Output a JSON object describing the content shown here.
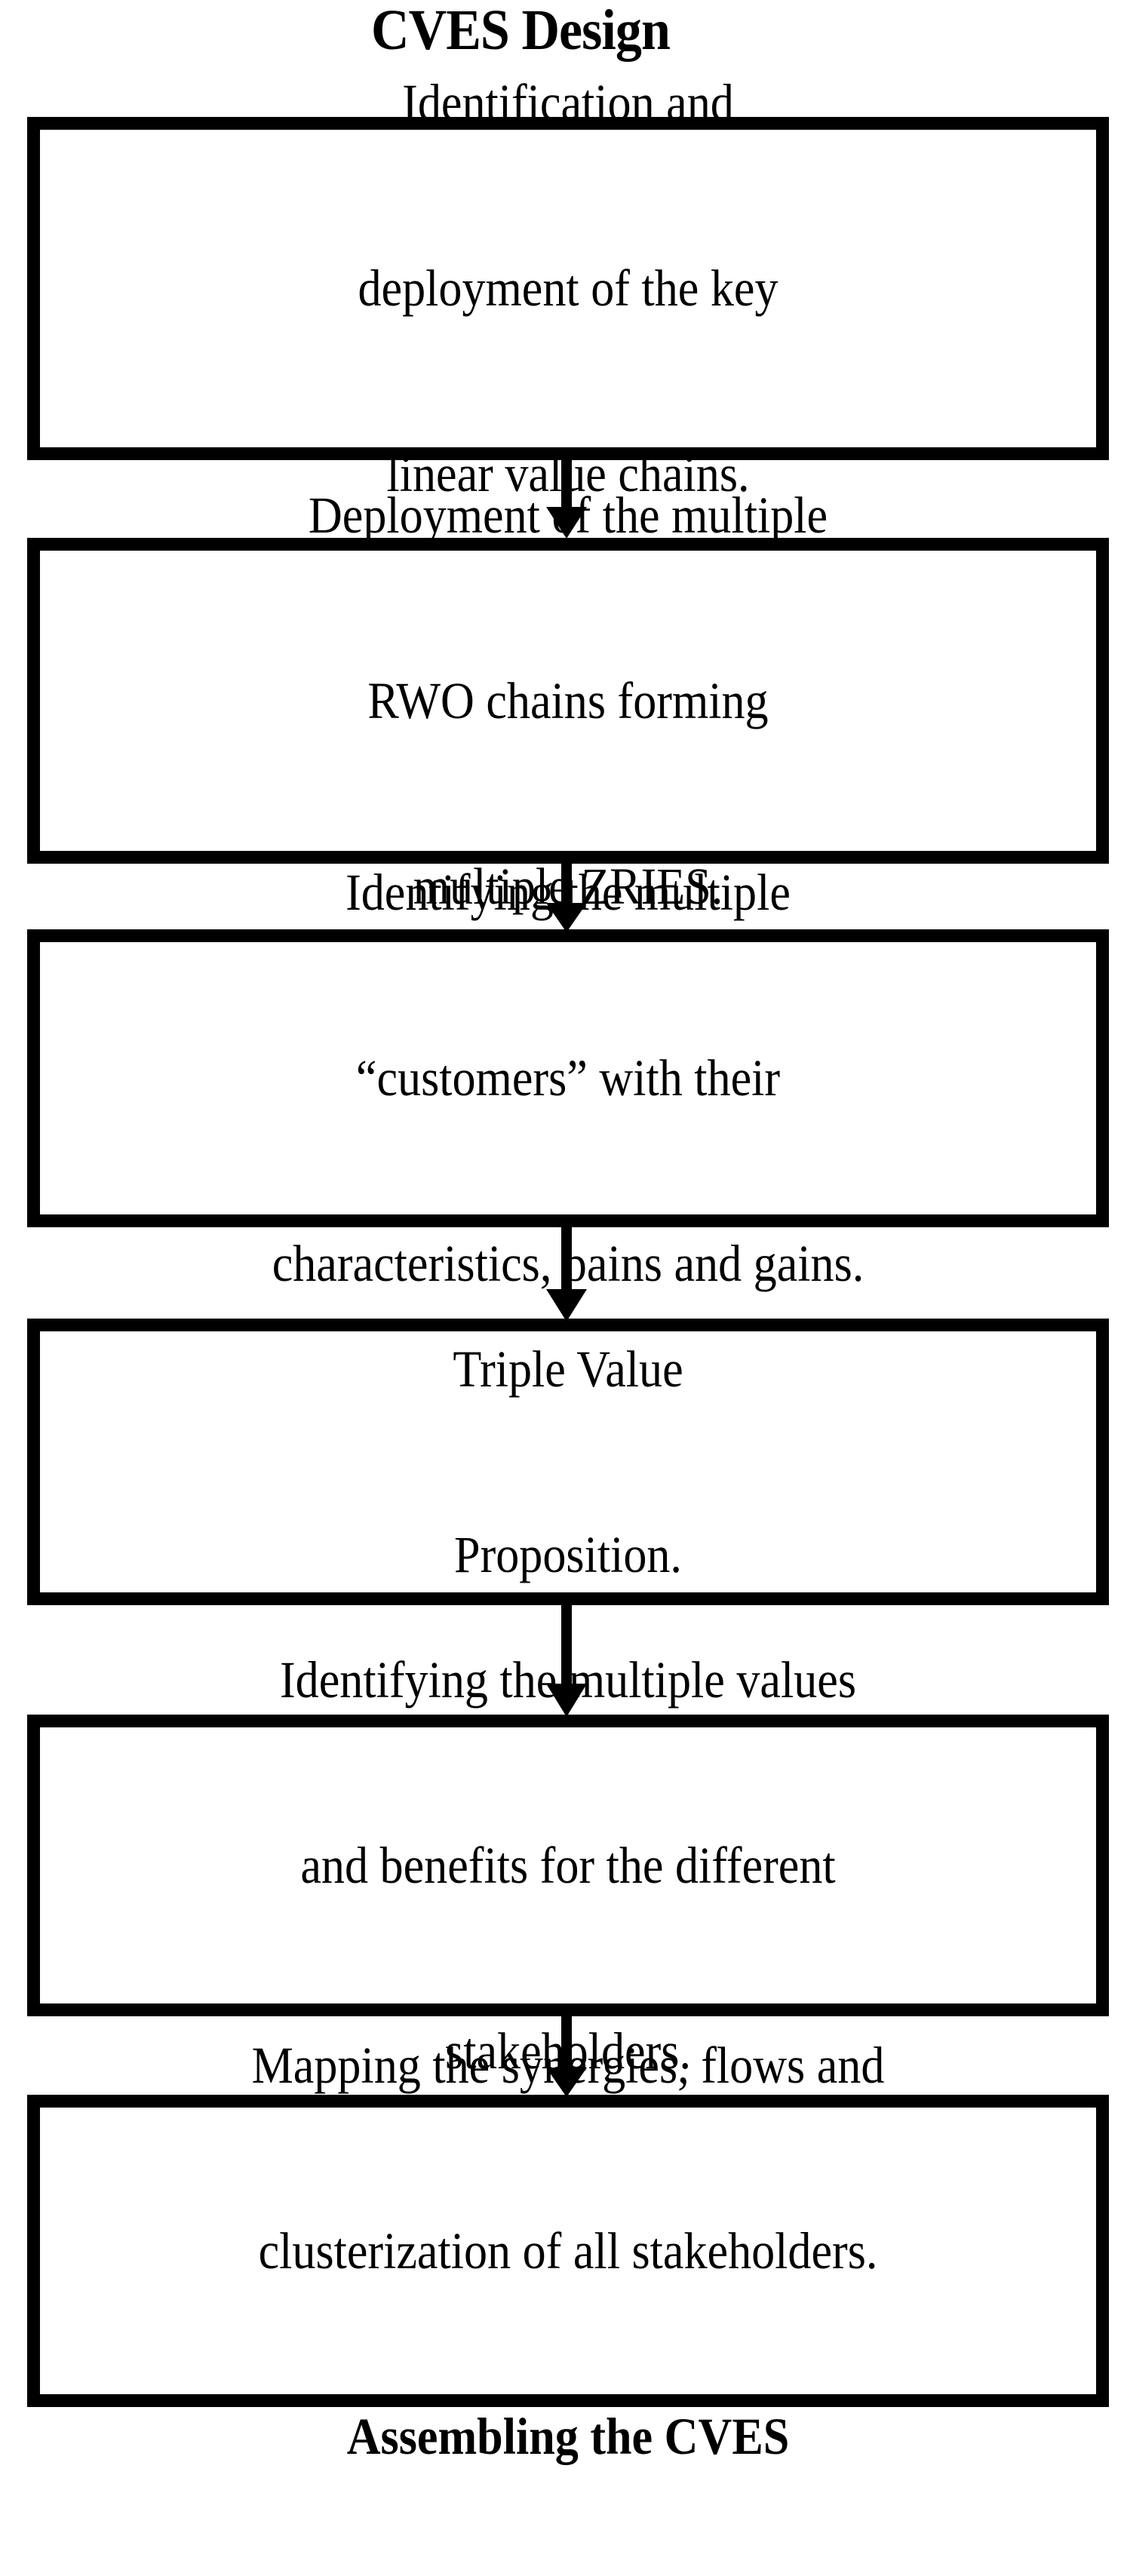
{
  "figure": {
    "title": "CVES Design",
    "type": "vertical-flowchart",
    "orientation": "top-to-bottom",
    "step_count": 6,
    "colors": {
      "background": "#ffffff",
      "box_border": "#000000",
      "box_fill": "#ffffff",
      "text": "#000000",
      "arrow": "#000000"
    }
  },
  "steps": [
    {
      "index": 1,
      "lines": [
        "Identification and",
        "deployment of the key",
        "linear value chains."
      ],
      "text": "Identification and deployment of the key linear value chains.",
      "emphasis_line": null
    },
    {
      "index": 2,
      "lines": [
        "Deployment of the multiple",
        "RWO chains forming",
        "multiple ZRIES."
      ],
      "text": "Deployment of the multiple RWO chains forming multiple ZRIES.",
      "emphasis_line": null
    },
    {
      "index": 3,
      "lines": [
        "Identifying the multiple",
        "“customers” with their",
        "characteristics, pains and gains."
      ],
      "text": "Identifying the multiple “customers” with their characteristics, pains and gains.",
      "emphasis_line": null
    },
    {
      "index": 4,
      "lines": [
        "Triple Value",
        "Proposition."
      ],
      "text": "Triple Value Proposition.",
      "emphasis_line": null
    },
    {
      "index": 5,
      "lines": [
        "Identifying the multiple values",
        "and benefits for the different",
        "stakeholders."
      ],
      "text": "Identifying the multiple values and benefits for the different stakeholders.",
      "emphasis_line": null
    },
    {
      "index": 6,
      "lines": [
        "Mapping the synergies, flows and",
        "clusterization of all stakeholders."
      ],
      "text": "Mapping the synergies, flows and clusterization of all stakeholders.",
      "emphasis_line": "Assembling the CVES"
    }
  ],
  "connectors": [
    {
      "from": 1,
      "to": 2,
      "glyph": "down-arrow"
    },
    {
      "from": 2,
      "to": 3,
      "glyph": "down-arrow"
    },
    {
      "from": 3,
      "to": 4,
      "glyph": "down-arrow"
    },
    {
      "from": 4,
      "to": 5,
      "glyph": "down-arrow"
    },
    {
      "from": 5,
      "to": 6,
      "glyph": "down-arrow"
    }
  ]
}
